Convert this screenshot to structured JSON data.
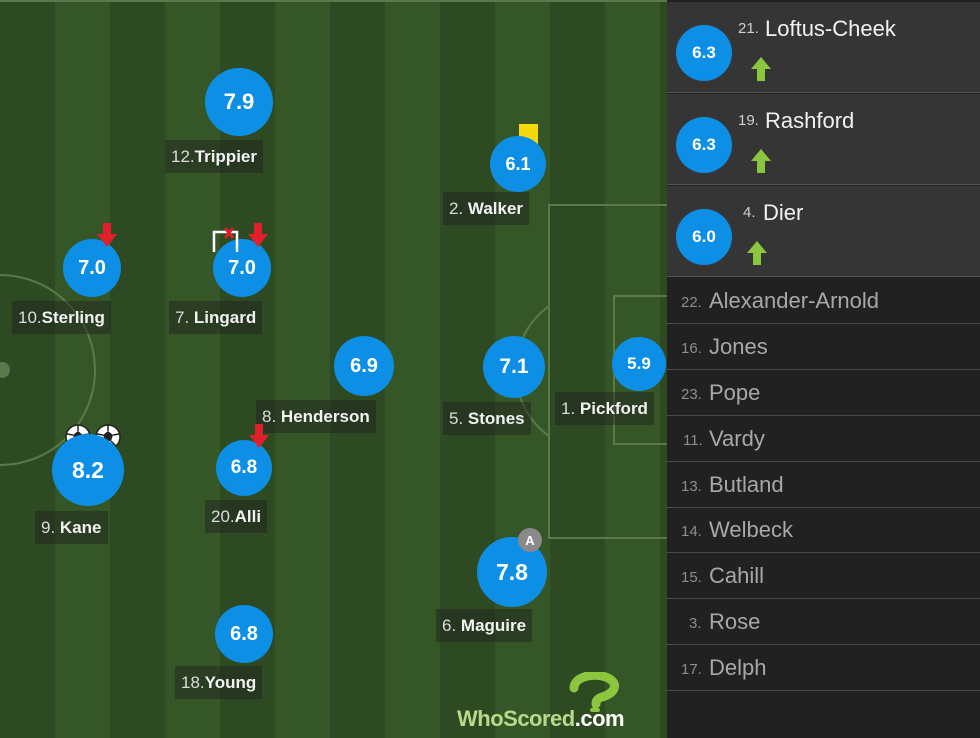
{
  "pitch_players": [
    {
      "id": "trippier",
      "num": "12.",
      "name": "Trippier",
      "rating": "7.9"
    },
    {
      "id": "walker",
      "num": "2.",
      "name": "Walker",
      "rating": "6.1",
      "icons": [
        "yellow-card"
      ]
    },
    {
      "id": "sterling",
      "num": "10.",
      "name": "Sterling",
      "rating": "7.0",
      "icons": [
        "subbed-off"
      ]
    },
    {
      "id": "lingard",
      "num": "7.",
      "name": "Lingard",
      "rating": "7.0",
      "icons": [
        "missed-chance",
        "subbed-off"
      ]
    },
    {
      "id": "henderson",
      "num": "8.",
      "name": "Henderson",
      "rating": "6.9"
    },
    {
      "id": "stones",
      "num": "5.",
      "name": "Stones",
      "rating": "7.1"
    },
    {
      "id": "pickford",
      "num": "1.",
      "name": "Pickford",
      "rating": "5.9"
    },
    {
      "id": "kane",
      "num": "9.",
      "name": "Kane",
      "rating": "8.2",
      "icons": [
        "goal",
        "goal"
      ]
    },
    {
      "id": "alli",
      "num": "20.",
      "name": "Alli",
      "rating": "6.8",
      "icons": [
        "subbed-off"
      ]
    },
    {
      "id": "maguire",
      "num": "6.",
      "name": "Maguire",
      "rating": "7.8",
      "icons": [
        "assist"
      ],
      "assist_label": "A"
    },
    {
      "id": "young",
      "num": "18.",
      "name": "Young",
      "rating": "6.8"
    }
  ],
  "substitutes_used": [
    {
      "num": "21.",
      "name": "Loftus-Cheek",
      "rating": "6.3",
      "icon": "subbed-on"
    },
    {
      "num": "19.",
      "name": "Rashford",
      "rating": "6.3",
      "icon": "subbed-on"
    },
    {
      "num": "4.",
      "name": "Dier",
      "rating": "6.0",
      "icon": "subbed-on"
    }
  ],
  "bench": [
    {
      "num": "22.",
      "name": "Alexander-Arnold"
    },
    {
      "num": "16.",
      "name": "Jones"
    },
    {
      "num": "23.",
      "name": "Pope"
    },
    {
      "num": "11.",
      "name": "Vardy"
    },
    {
      "num": "13.",
      "name": "Butland"
    },
    {
      "num": "14.",
      "name": "Welbeck"
    },
    {
      "num": "15.",
      "name": "Cahill"
    },
    {
      "num": "3.",
      "name": "Rose"
    },
    {
      "num": "17.",
      "name": "Delph"
    }
  ],
  "logo": {
    "word": "WhoScored",
    "suffix": ".com"
  },
  "colors": {
    "rating": "#0d8fe6",
    "sub_on": "#8cc63f",
    "sub_off": "#e0202a",
    "yellow_card": "#f5d90a"
  }
}
